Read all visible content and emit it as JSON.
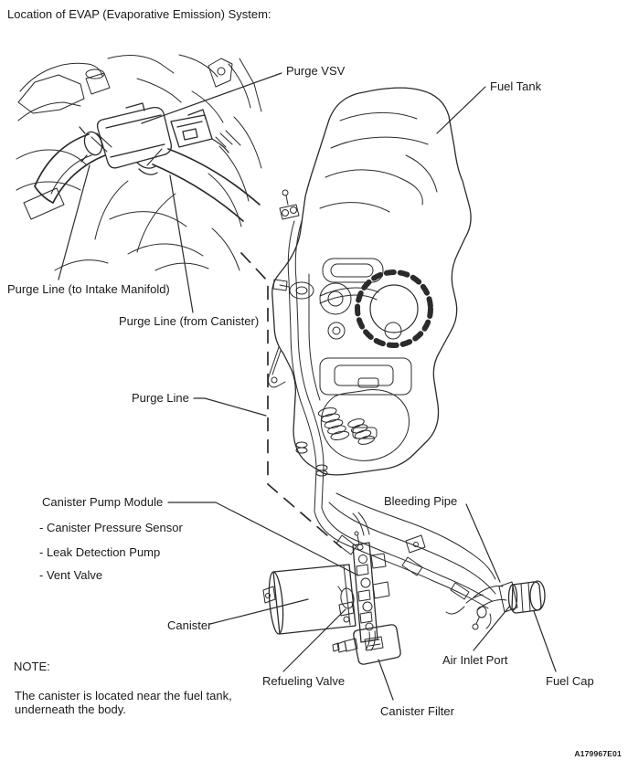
{
  "title": "Location of EVAP (Evaporative Emission) System:",
  "figure_id": "A179967E01",
  "colors": {
    "ink": "#222222",
    "background": "#ffffff"
  },
  "labels": {
    "purge_vsv": "Purge VSV",
    "fuel_tank": "Fuel Tank",
    "purge_line_intake": "Purge Line (to Intake Manifold)",
    "purge_line_canister": "Purge Line (from Canister)",
    "purge_line": "Purge Line",
    "canister_pump_module": "Canister Pump Module",
    "canister_pressure_sensor": "- Canister Pressure Sensor",
    "leak_detection_pump": "- Leak Detection Pump",
    "vent_valve": "- Vent Valve",
    "canister": "Canister",
    "bleeding_pipe": "Bleeding Pipe",
    "air_inlet_port": "Air Inlet Port",
    "fuel_cap": "Fuel Cap",
    "refueling_valve": "Refueling Valve",
    "canister_filter": "Canister Filter"
  },
  "note": {
    "heading": "NOTE:",
    "lines": [
      "The canister is located near the fuel tank,",
      "underneath the body."
    ]
  }
}
